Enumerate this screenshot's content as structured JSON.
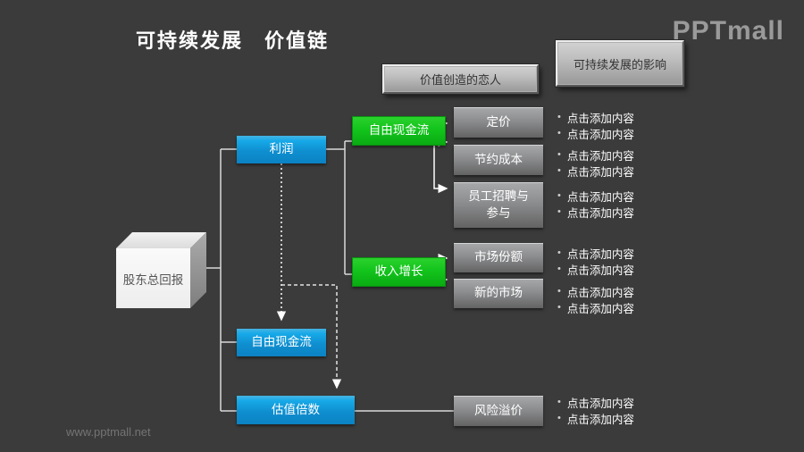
{
  "page": {
    "title": "可持续发展　价值链",
    "logo": "PPTmall",
    "footer": "www.pptmall.net"
  },
  "headers": {
    "value_levers": "价值创造的恋人",
    "sustain_impact": "可持续发展的影响"
  },
  "nodes": {
    "shareholder_return": "股东总回报",
    "profit": "利润",
    "free_cash_flow_top": "自由现金流",
    "revenue_growth": "收入增长",
    "free_cash_flow_bottom": "自由现金流",
    "valuation_multiple": "估值倍数",
    "pricing": "定价",
    "cost_saving": "节约成本",
    "recruitment_line1": "员工招聘与",
    "recruitment_line2": "参与",
    "market_share": "市场份额",
    "new_market": "新的市场",
    "risk_premium": "风险溢价"
  },
  "bullets": {
    "groups": [
      {
        "items": [
          "点击添加内容",
          "点击添加内容"
        ]
      },
      {
        "items": [
          "点击添加内容",
          "点击添加内容"
        ]
      },
      {
        "items": [
          "点击添加内容",
          "点击添加内容"
        ]
      },
      {
        "items": [
          "点击添加内容",
          "点击添加内容"
        ]
      },
      {
        "items": [
          "点击添加内容",
          "点击添加内容"
        ]
      },
      {
        "items": [
          "点击添加内容",
          "点击添加内容"
        ]
      }
    ],
    "marker": "•"
  },
  "colors": {
    "background": "#3B3B3B",
    "blue_node": "#0F8FD0",
    "green_node": "#12C41C",
    "gray_node": "#8C8D8F",
    "line": "#D9D9D9",
    "title_text": "#FFFFFF"
  }
}
